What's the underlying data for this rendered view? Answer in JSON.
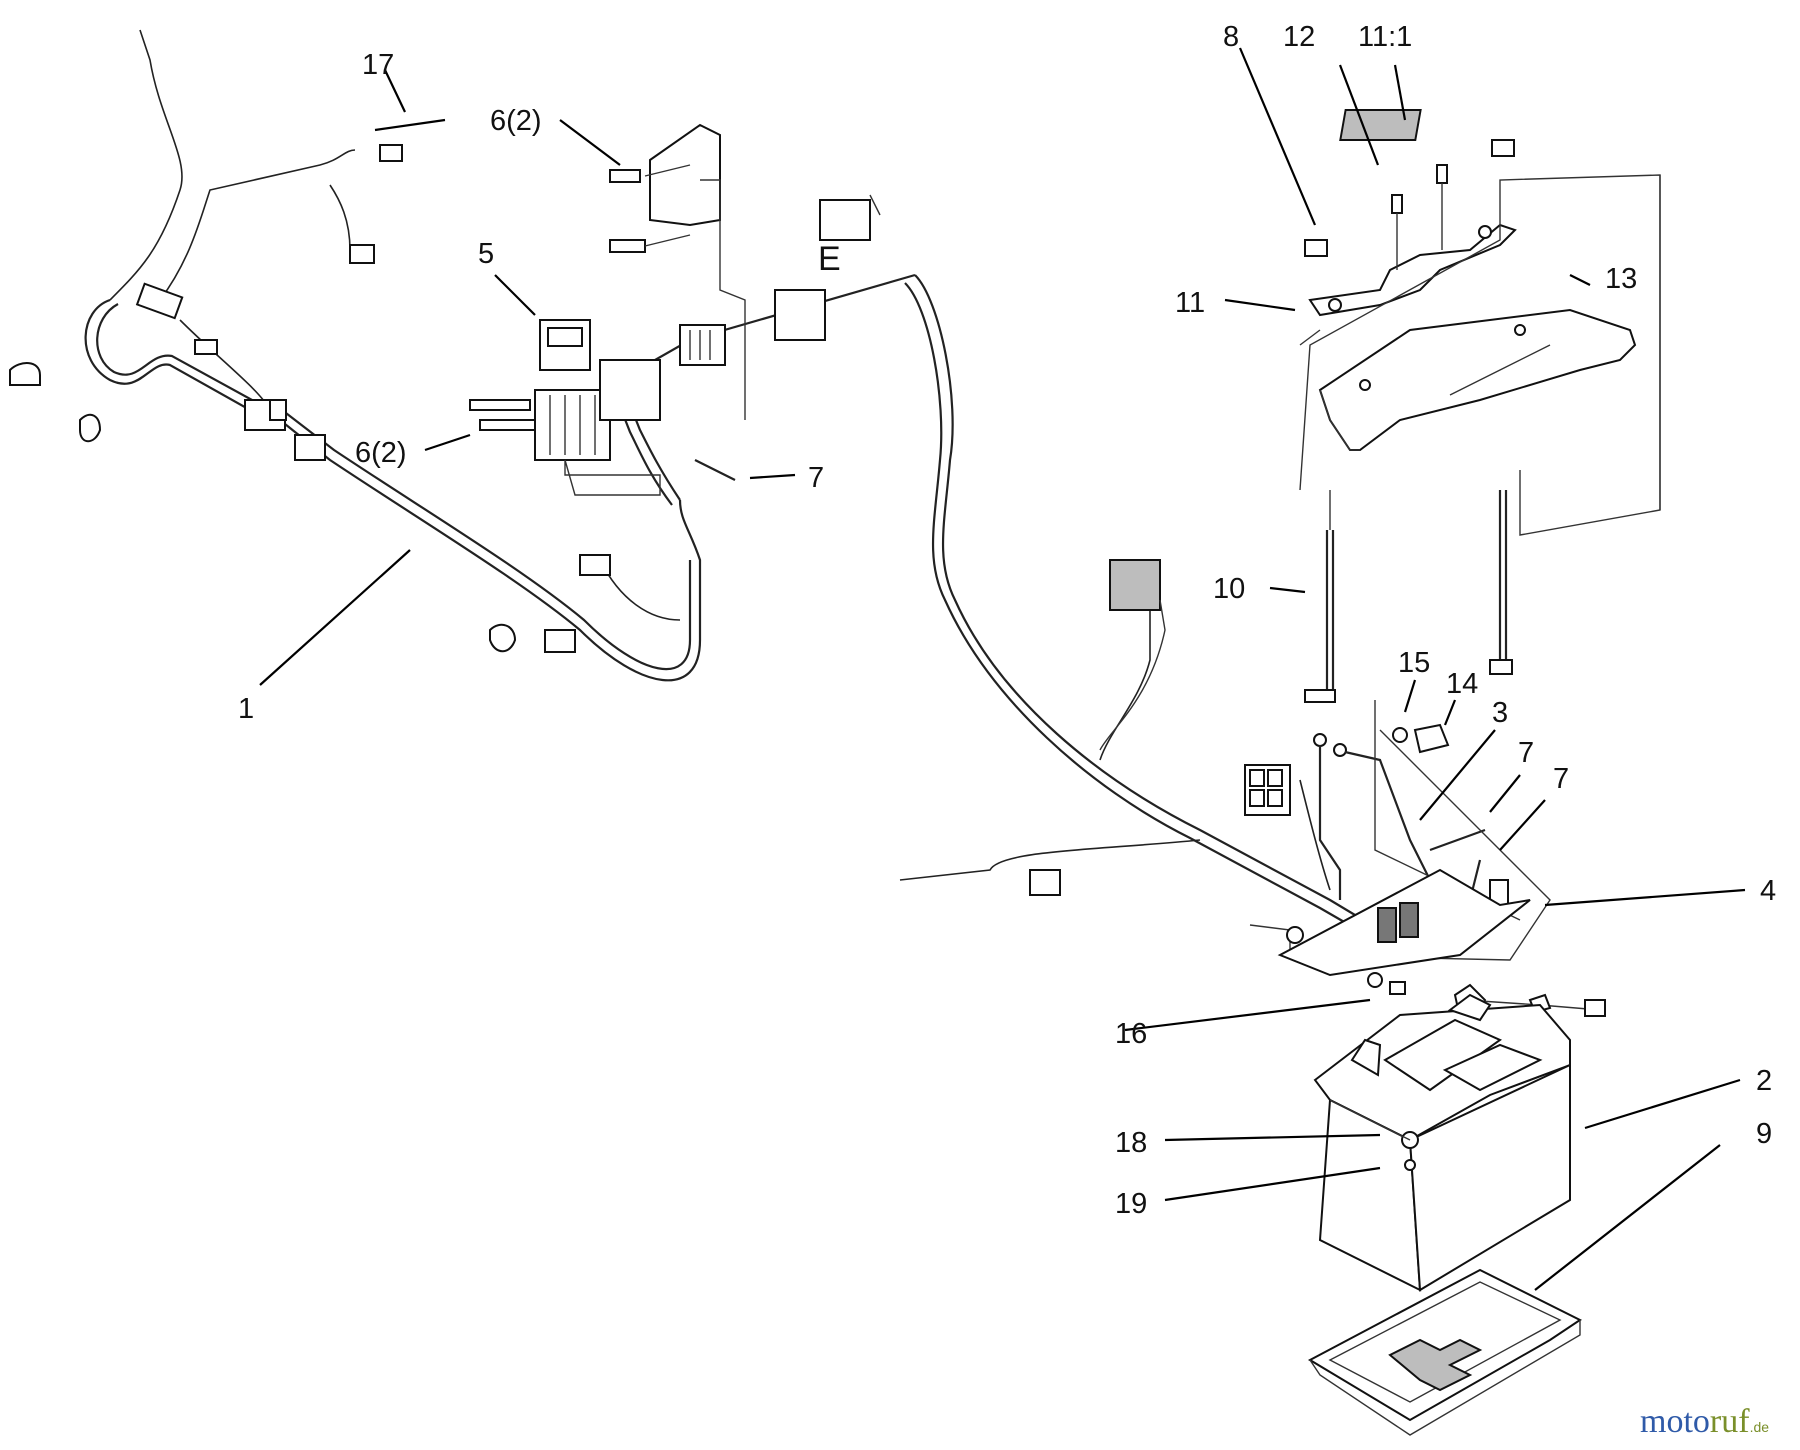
{
  "callouts": {
    "c1": "1",
    "c2": "2",
    "c3": "3",
    "c4": "4",
    "c5": "5",
    "c6a": "6(2)",
    "c6b": "6(2)",
    "c7a": "7",
    "c7b": "7",
    "c7c": "7",
    "c8": "8",
    "c9": "9",
    "c10": "10",
    "c11": "11",
    "c11_1": "11:1",
    "c12": "12",
    "c13": "13",
    "c14": "14",
    "c15": "15",
    "c16": "16",
    "c17": "17",
    "c18": "18",
    "c19": "19",
    "cE": "E"
  },
  "watermark": {
    "part1": "moto",
    "part2": "ruf",
    "suffix": ".de"
  }
}
